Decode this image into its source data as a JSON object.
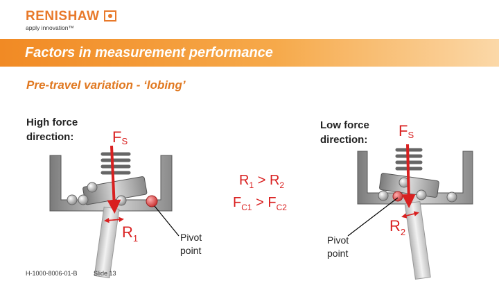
{
  "logo": {
    "wordmark": "RENISHAW",
    "tagline": "apply innovation™"
  },
  "title": "Factors in measurement performance",
  "subtitle": "Pre-travel variation - ‘lobing’",
  "left_diagram": {
    "label_line1": "High force",
    "label_line2": "direction:",
    "force_symbol": "F",
    "force_sub": "S",
    "reaction_symbol": "R",
    "reaction_sub": "1",
    "pivot_line1": "Pivot",
    "pivot_line2": "point"
  },
  "right_diagram": {
    "label_line1": "Low force",
    "label_line2": "direction:",
    "force_symbol": "F",
    "force_sub": "S",
    "reaction_symbol": "R",
    "reaction_sub": "2",
    "pivot_line1": "Pivot",
    "pivot_line2": "point"
  },
  "relations": {
    "r_left": "R",
    "r_left_sub": "1",
    "r_op": " > ",
    "r_right": "R",
    "r_right_sub": "2",
    "f_left": "F",
    "f_left_sub": "C1",
    "f_op": " > ",
    "f_right": "F",
    "f_right_sub": "C2"
  },
  "footer": {
    "doc_id": "H-1000-8006-01-B",
    "slide": "Slide 13"
  },
  "colors": {
    "accent_orange": "#f18a24",
    "force_red": "#d92020",
    "ball_red": "#e04a4a"
  }
}
